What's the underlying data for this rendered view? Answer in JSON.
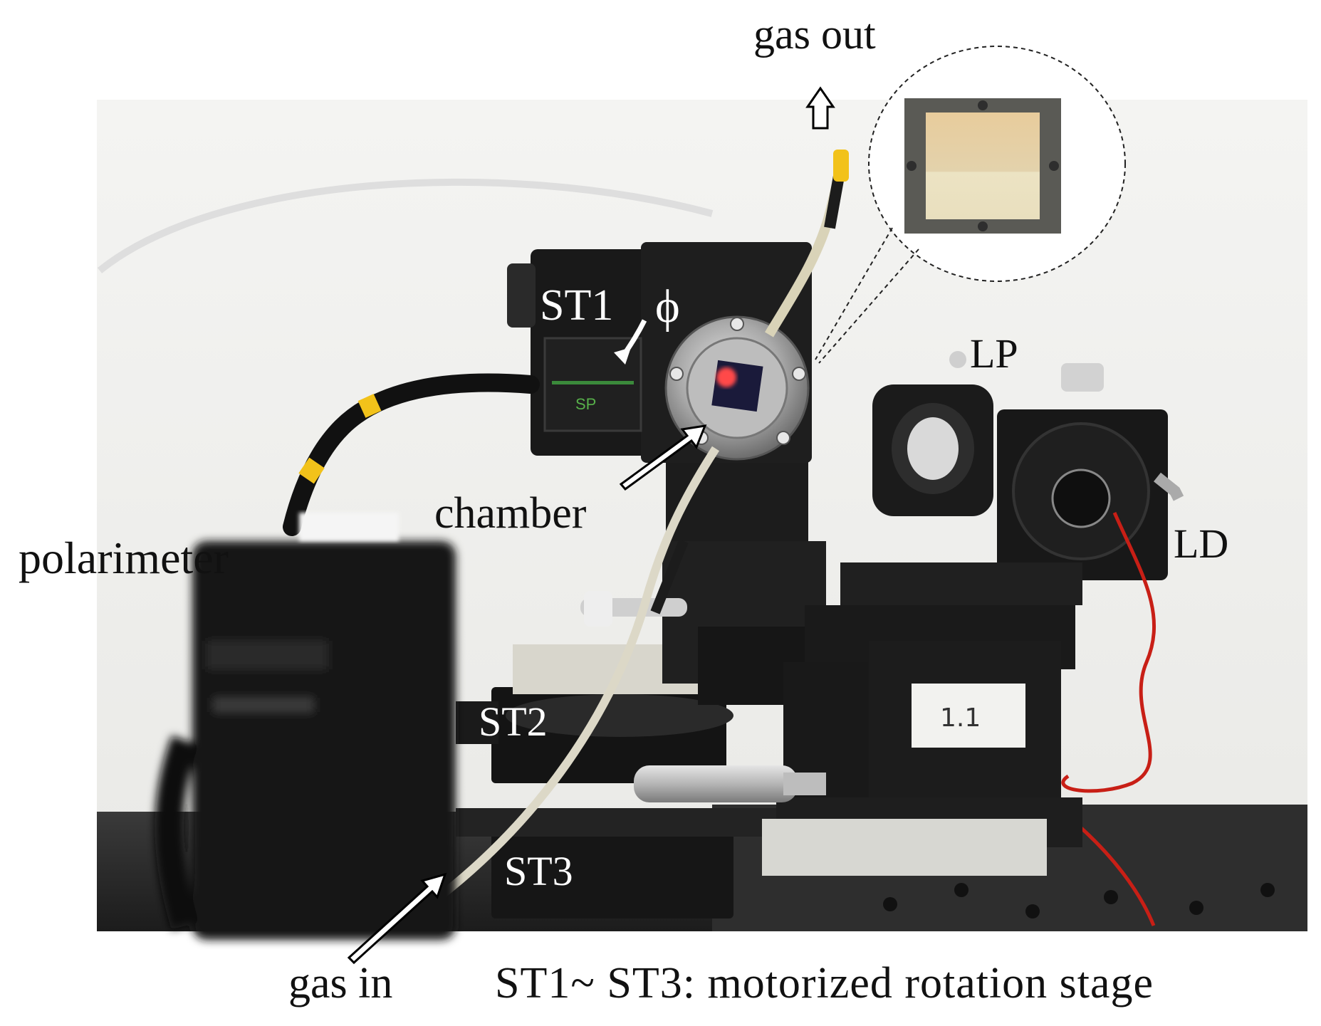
{
  "labels": {
    "gas_out": "gas out",
    "st1": "ST1",
    "phi": "ϕ",
    "lp": "LP",
    "ld": "LD",
    "chamber": "chamber",
    "polarimeter": "polarimeter",
    "st2": "ST2",
    "st3": "ST3",
    "gas_in": "gas in",
    "caption": "ST1~ ST3: motorized rotation stage"
  },
  "device_marks": {
    "st1_brand": "SP",
    "sample_tag": "1.1"
  },
  "colors": {
    "background": "#f1f1ee",
    "equipment_dark": "#1b1b1b",
    "laser_wire": "#c81f16",
    "tube_tip": "#f2c21a",
    "label_text": "#111111"
  }
}
